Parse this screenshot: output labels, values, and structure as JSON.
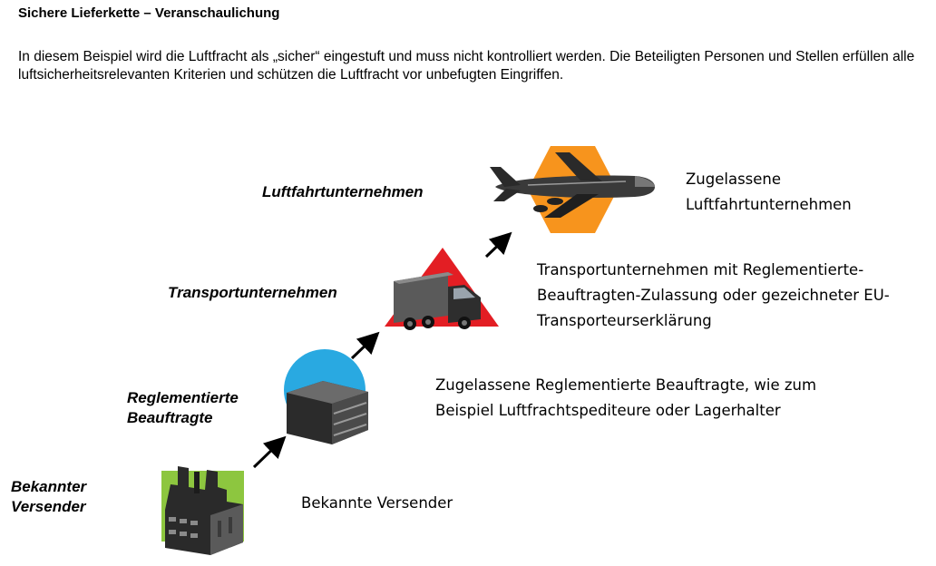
{
  "title": "Sichere Lieferkette – Veranschaulichung",
  "intro": "In diesem Beispiel wird die Luftfracht als „sicher“ eingestuft und muss nicht kontrolliert werden. Die Beteiligten Personen und Stellen erfüllen alle luftsicherheitsrelevanten Kriterien und schützen die Luftfracht vor unbefugten Eingriffen.",
  "levels": [
    {
      "role_lines": [
        "Bekannter",
        "Versender"
      ],
      "description_lines": [
        "Bekannte Versender"
      ],
      "icon": "factory-icon",
      "shape": "square",
      "color": "#8DC63F"
    },
    {
      "role_lines": [
        "Reglementierte",
        "Beauftragte"
      ],
      "description_lines": [
        "Zugelassene Reglementierte Beauftragte, wie zum",
        "Beispiel Luftfrachtspediteure oder Lagerhalter"
      ],
      "icon": "warehouse-icon",
      "shape": "circle",
      "color": "#29A9E1"
    },
    {
      "role_lines": [
        "Transportunternehmen"
      ],
      "description_lines": [
        "Transportunternehmen mit Reglementierte-",
        "Beauftragten-Zulassung oder gezeichneter EU-",
        "Transporteurserklärung"
      ],
      "icon": "truck-icon",
      "shape": "triangle",
      "color": "#E31E24"
    },
    {
      "role_lines": [
        "Luftfahrtunternehmen"
      ],
      "description_lines": [
        "Zugelassene",
        "Luftfahrtunternehmen"
      ],
      "icon": "airplane-icon",
      "shape": "hexagon",
      "color": "#F7941D"
    }
  ]
}
